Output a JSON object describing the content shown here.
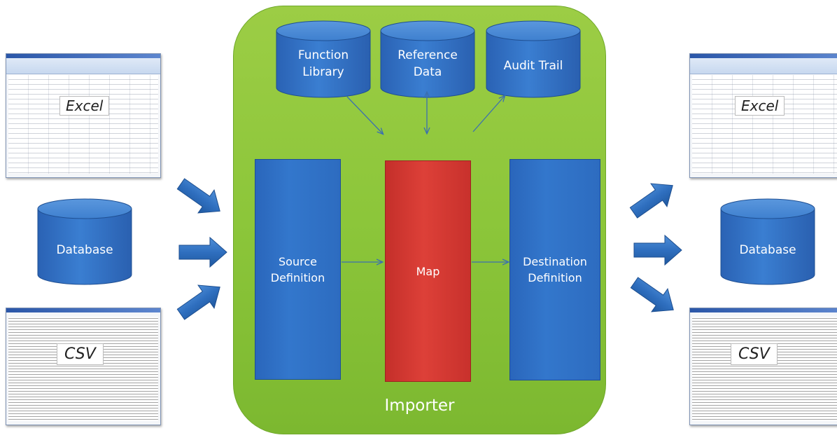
{
  "inputs": {
    "excel_label": "Excel",
    "database_label": "Database",
    "csv_label": "CSV"
  },
  "importer": {
    "label": "Importer",
    "cylinders": [
      {
        "label": "Function Library"
      },
      {
        "label": "Reference Data"
      },
      {
        "label": "Audit Trail"
      }
    ],
    "source_label": "Source\nDefinition",
    "map_label": "Map",
    "destination_label": "Destination\nDefinition"
  },
  "outputs": {
    "excel_label": "Excel",
    "database_label": "Database",
    "csv_label": "CSV"
  },
  "colors": {
    "importer_green": "#8cc63a",
    "bar_blue": "#3377cc",
    "map_red": "#dd4038",
    "arrow_blue": "#2f6fbf"
  }
}
